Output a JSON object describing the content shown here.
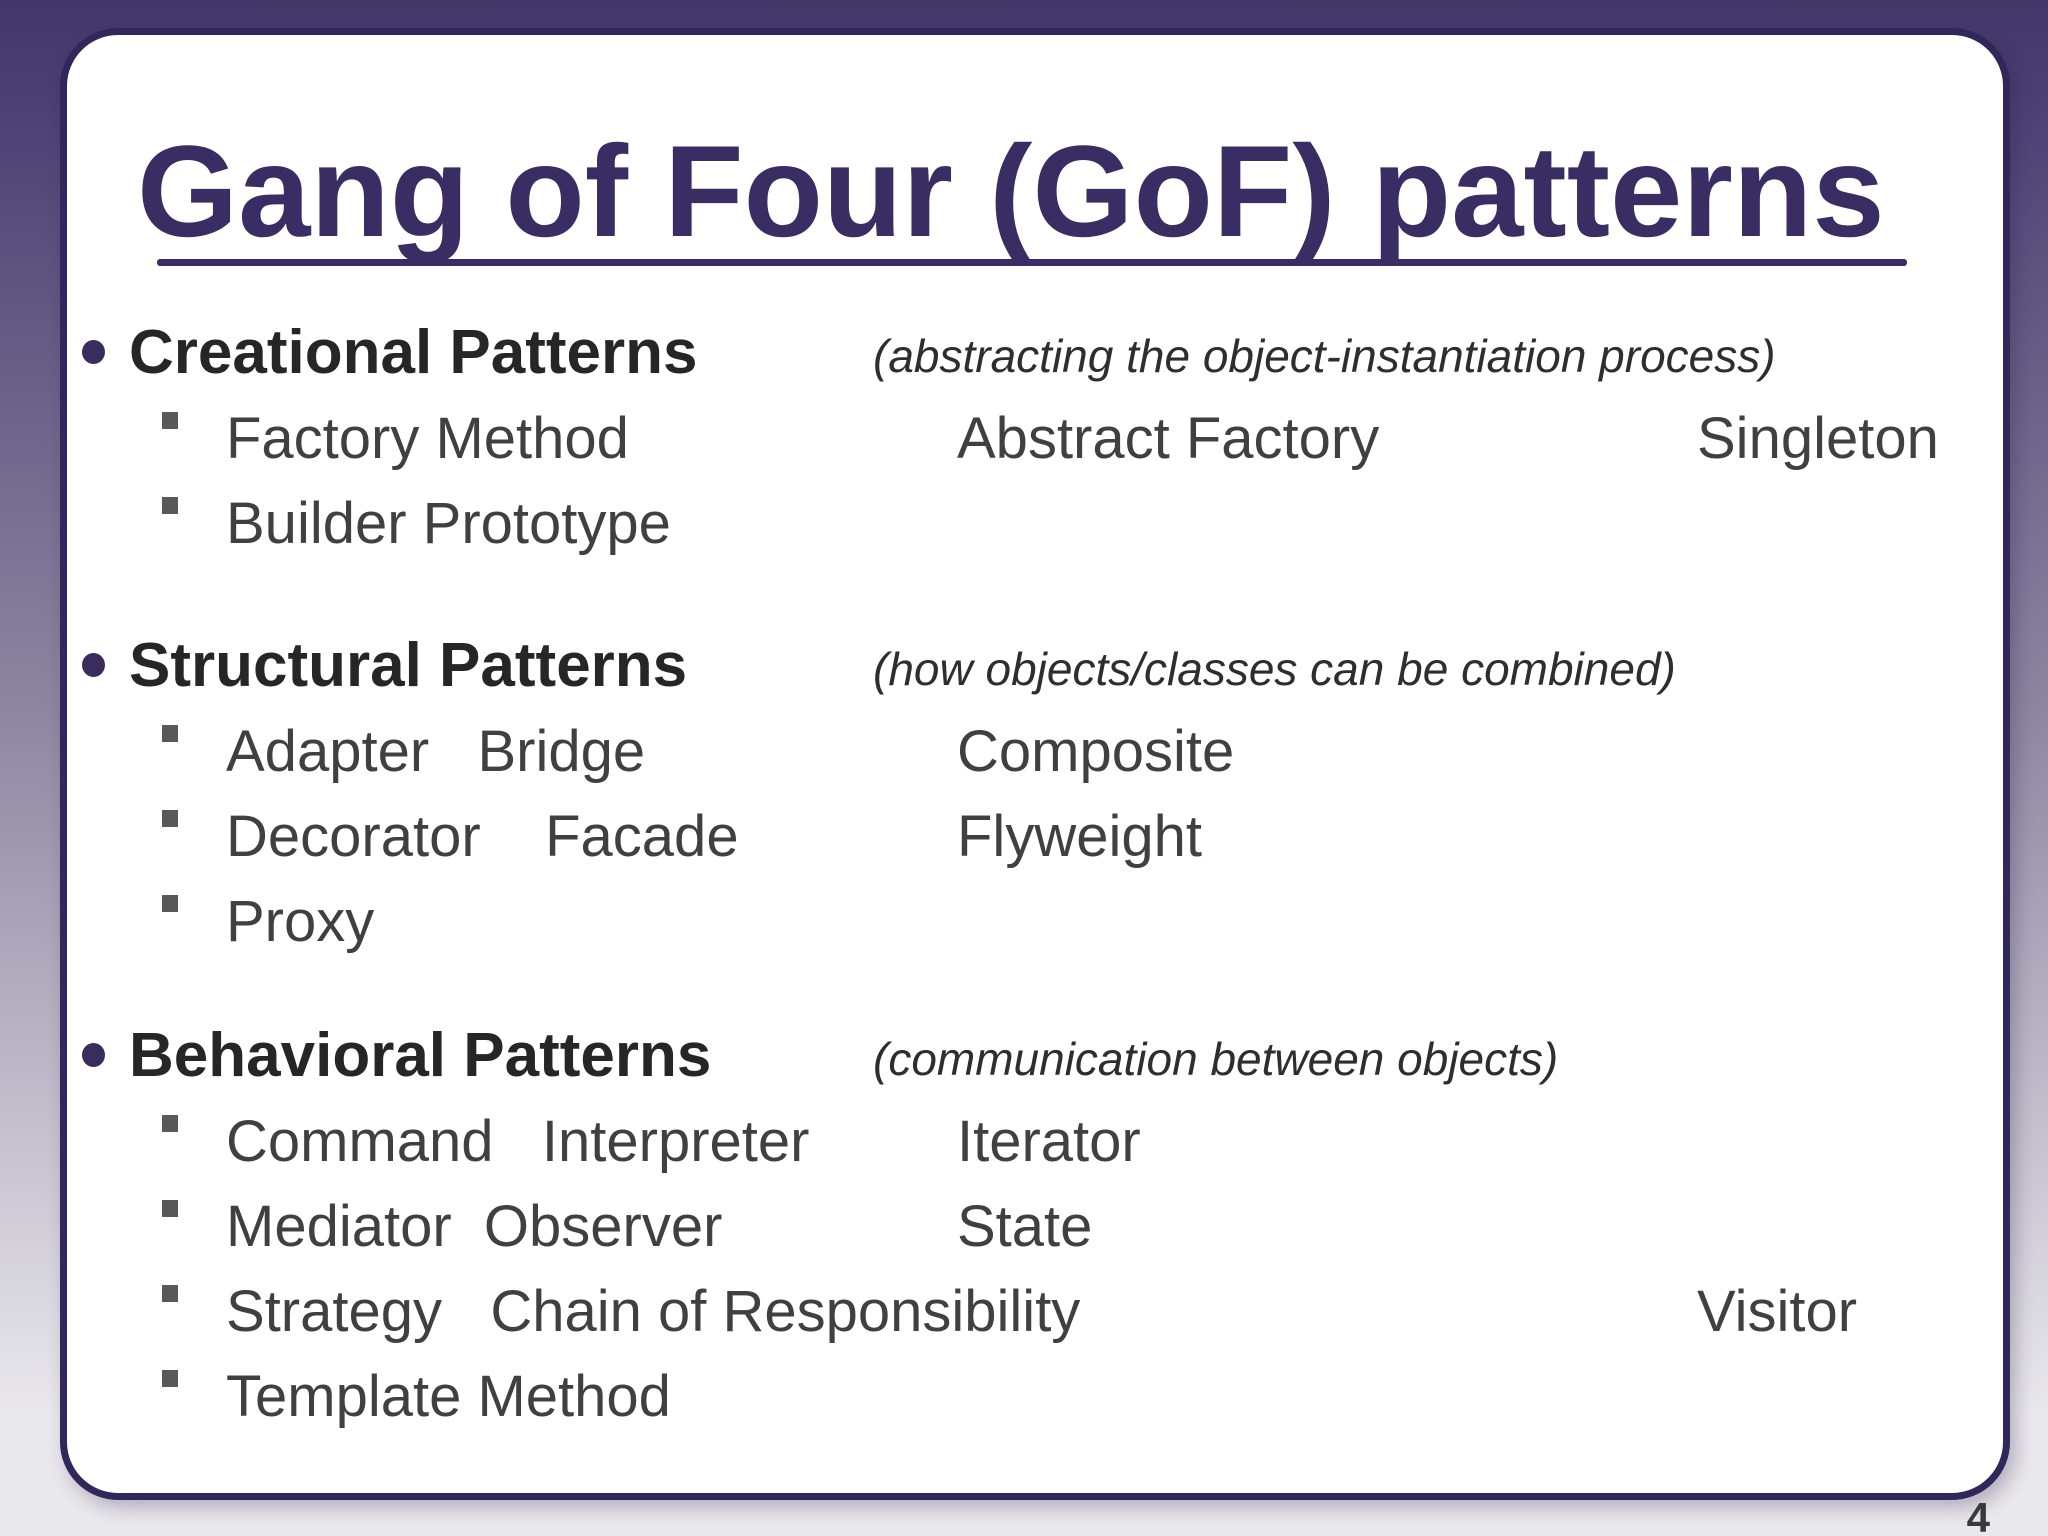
{
  "slide": {
    "title": "Gang of Four (GoF) patterns",
    "page_number": "4"
  },
  "colors": {
    "accent_purple": "#3a2d63",
    "card_border": "#32275a",
    "background_top": "#443869",
    "background_bottom": "#e9e8ec",
    "heading_text": "#262626",
    "body_text": "#404040",
    "square_bullet": "#595959"
  },
  "sections": [
    {
      "heading": "Creational Patterns",
      "annotation": "(abstracting the object-instantiation process)",
      "rows": [
        {
          "left": "Factory Method",
          "mid": "Abstract Factory",
          "right": "Singleton"
        },
        {
          "left": "Builder Prototype",
          "mid": "",
          "right": ""
        }
      ]
    },
    {
      "heading": "Structural Patterns",
      "annotation": "(how objects/classes can be combined)",
      "rows": [
        {
          "left": "Adapter   Bridge",
          "mid": "Composite",
          "right": ""
        },
        {
          "left": "Decorator    Facade",
          "mid": "Flyweight",
          "right": ""
        },
        {
          "left": "Proxy",
          "mid": "",
          "right": ""
        }
      ]
    },
    {
      "heading": "Behavioral Patterns",
      "annotation": "(communication between objects)",
      "rows": [
        {
          "left": "Command   Interpreter",
          "mid": "Iterator",
          "right": ""
        },
        {
          "left": "Mediator  Observer",
          "mid": "State",
          "right": ""
        },
        {
          "left": "Strategy   Chain of Responsibility",
          "mid": "",
          "right": "Visitor"
        },
        {
          "left": "Template Method",
          "mid": "",
          "right": ""
        }
      ]
    }
  ]
}
